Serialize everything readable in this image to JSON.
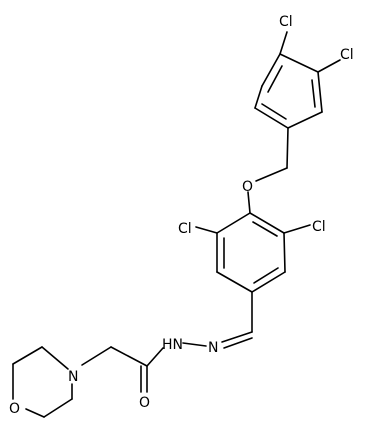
{
  "molecule": {
    "atoms": {
      "cl_top_a": "Cl",
      "cl_top_b": "Cl",
      "oxygen_ether": "O",
      "cl_mid_left": "Cl",
      "cl_mid_right": "Cl",
      "n_hydrazone": "N",
      "nh_amide": "HN",
      "oxygen_carbonyl": "O",
      "n_morpholine": "N",
      "o_morpholine": "O"
    }
  }
}
